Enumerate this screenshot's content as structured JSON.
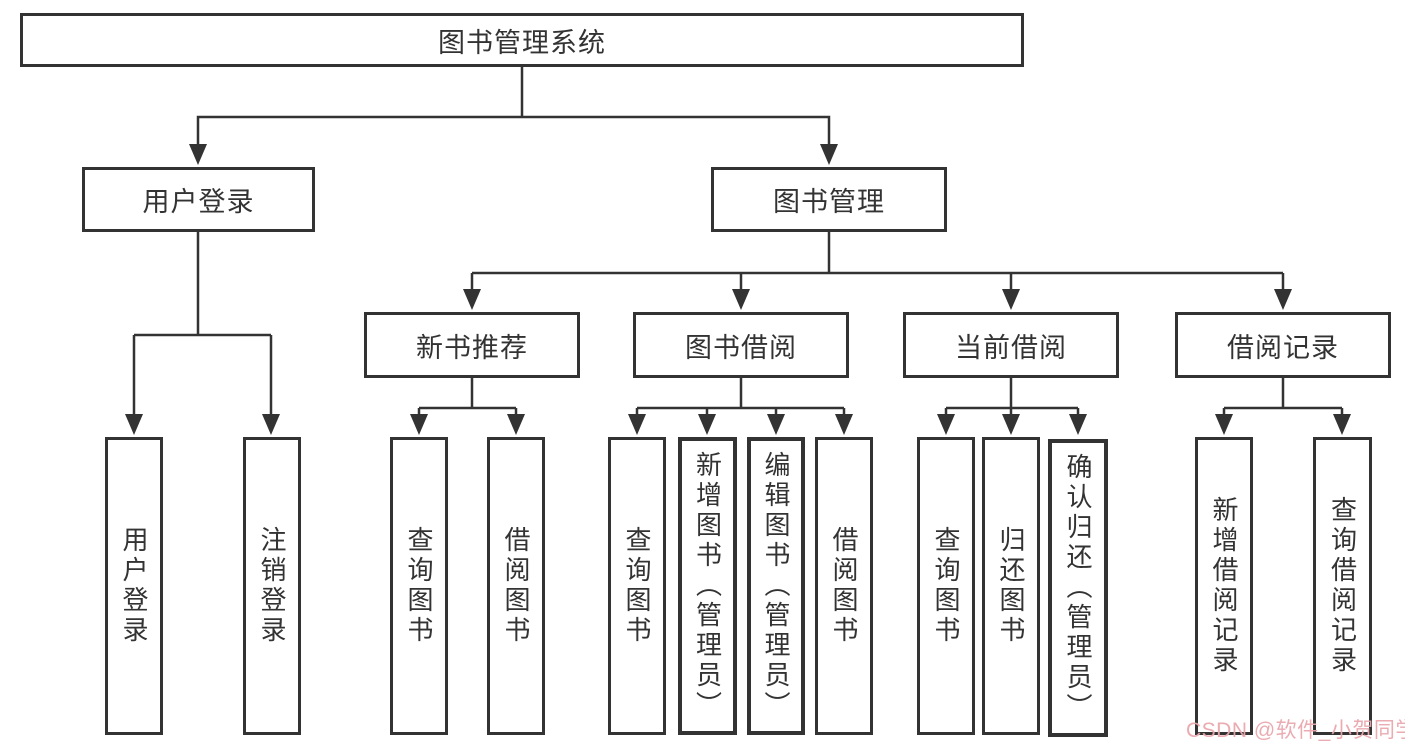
{
  "tree": {
    "root": {
      "label": "图书管理系统"
    },
    "branches": [
      {
        "label": "用户登录",
        "children": [
          {
            "label": "用户登录"
          },
          {
            "label": "注销登录"
          }
        ]
      },
      {
        "label": "图书管理",
        "children": [
          {
            "label": "新书推荐",
            "children": [
              {
                "label": "查询图书"
              },
              {
                "label": "借阅图书"
              }
            ]
          },
          {
            "label": "图书借阅",
            "children": [
              {
                "label": "查询图书"
              },
              {
                "label": "新增图书（管理员）"
              },
              {
                "label": "编辑图书（管理员）"
              },
              {
                "label": "借阅图书"
              }
            ]
          },
          {
            "label": "当前借阅",
            "children": [
              {
                "label": "查询图书"
              },
              {
                "label": "归还图书"
              },
              {
                "label": "确认归还（管理员）"
              }
            ]
          },
          {
            "label": "借阅记录",
            "children": [
              {
                "label": "新增借阅记录"
              },
              {
                "label": "查询借阅记录"
              }
            ]
          }
        ]
      }
    ]
  },
  "watermark": {
    "text": "CSDN @软件_小贺同学",
    "color": "#e9a6ad"
  },
  "colors": {
    "line": "#333333",
    "text": "#333333",
    "background": "#ffffff"
  }
}
